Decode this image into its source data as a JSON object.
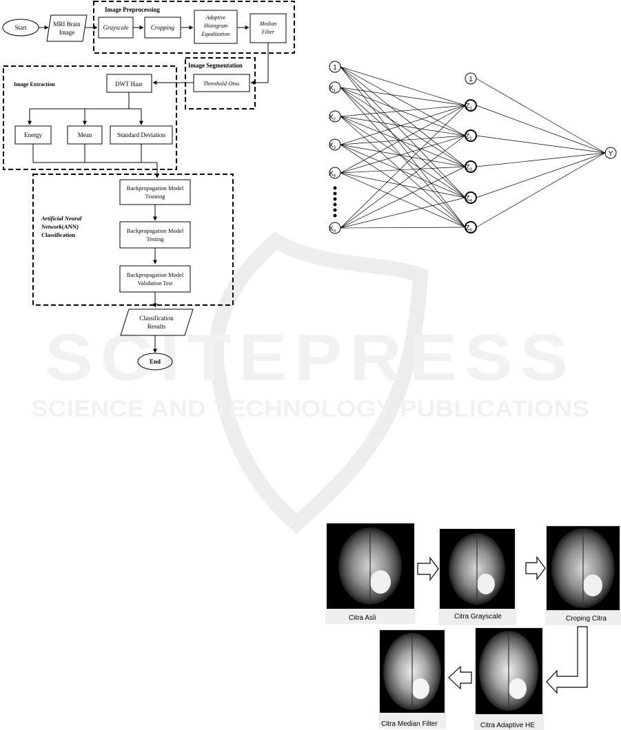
{
  "watermark": {
    "logo_text": "SCITEPRESS",
    "tagline": "SCIENCE AND TECHNOLOGY PUBLICATIONS"
  },
  "flowchart": {
    "start": "Start",
    "input": [
      "MRI Brain",
      "Image"
    ],
    "preprocessing": {
      "title": "Image Preprocessing",
      "grayscale": "Grayscale",
      "cropping": "Cropping",
      "ahe": [
        "Adaptive",
        "Histogram",
        "Equalization"
      ],
      "median": [
        "Median",
        "Filter"
      ]
    },
    "segmentation": {
      "title": "Image Segmentation",
      "otsu": "Threshold Otsu"
    },
    "extraction": {
      "title": "Image Extraction",
      "dwt": "DWT Haar",
      "energy": "Energy",
      "mean": "Mean",
      "std": "Standard Deviation"
    },
    "ann": {
      "title": [
        "Artificial Neural",
        "Network",
        "(ANN)",
        "Classification"
      ],
      "training": [
        "Backpropagation Model",
        "Training"
      ],
      "testing": [
        "Backpropagation Model",
        "Testing"
      ],
      "validation": [
        "Backpropagation Model",
        "Validation Test"
      ]
    },
    "results": [
      "Classification",
      "Results"
    ],
    "end": "End"
  },
  "network": {
    "input_bias": "1",
    "inputs": [
      {
        "base": "X",
        "sub": "1"
      },
      {
        "base": "X",
        "sub": "2"
      },
      {
        "base": "X",
        "sub": "3"
      },
      {
        "base": "X",
        "sub": "4"
      },
      {
        "base": "X",
        "sub": "n"
      }
    ],
    "hidden_bias": "1",
    "hidden": [
      {
        "base": "Z",
        "sub": "1"
      },
      {
        "base": "Z",
        "sub": "2"
      },
      {
        "base": "Z",
        "sub": "3"
      },
      {
        "base": "Z",
        "sub": "4"
      },
      {
        "base": "Z",
        "sub": "5"
      }
    ],
    "output": "Y"
  },
  "mri_stages": {
    "original": "Citra Asli",
    "grayscale": "Citra Grayscale",
    "cropping": "Croping Citra",
    "median": "Citra Median Filter",
    "adaptive": "Citra Adaptive HE"
  }
}
